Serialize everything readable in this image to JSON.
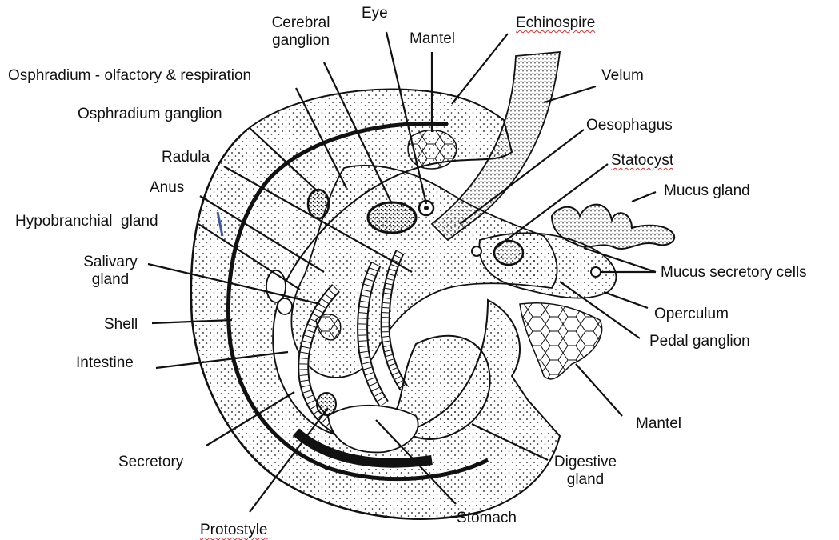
{
  "labels": {
    "cerebral_ganglion": "Cerebral\nganglion",
    "eye": "Eye",
    "mantel_top": "Mantel",
    "echinospire": "Echinospire",
    "velum": "Velum",
    "osphradium": "Osphradium  - olfactory & respiration",
    "osphradium_ganglion": "Osphradium  ganglion",
    "oesophagus": "Oesophagus",
    "statocyst": "Statocyst",
    "radula": "Radula",
    "anus": "Anus",
    "mucus_gland": "Mucus gland",
    "hypobranchial_word": "Hypobranchial",
    "hypobranchial_gland": "gland",
    "mucus_secretory_cells": "Mucus secretory cells",
    "salivary_gland": "Salivary\ngland",
    "shell": "Shell",
    "operculum": "Operculum",
    "pedal_ganglion": "Pedal  ganglion",
    "intestine": "Intestine",
    "mantel_bottom": "Mantel",
    "secretory": "Secretory",
    "digestive_gland": "Digestive\ngland",
    "stomach": "Stomach",
    "protostyle": "Protostyle"
  },
  "colors": {
    "ink": "#111111",
    "background": "#ffffff",
    "spellcheck_underline": "#d03030",
    "shell_edge_mark": "#3a5a9a"
  }
}
